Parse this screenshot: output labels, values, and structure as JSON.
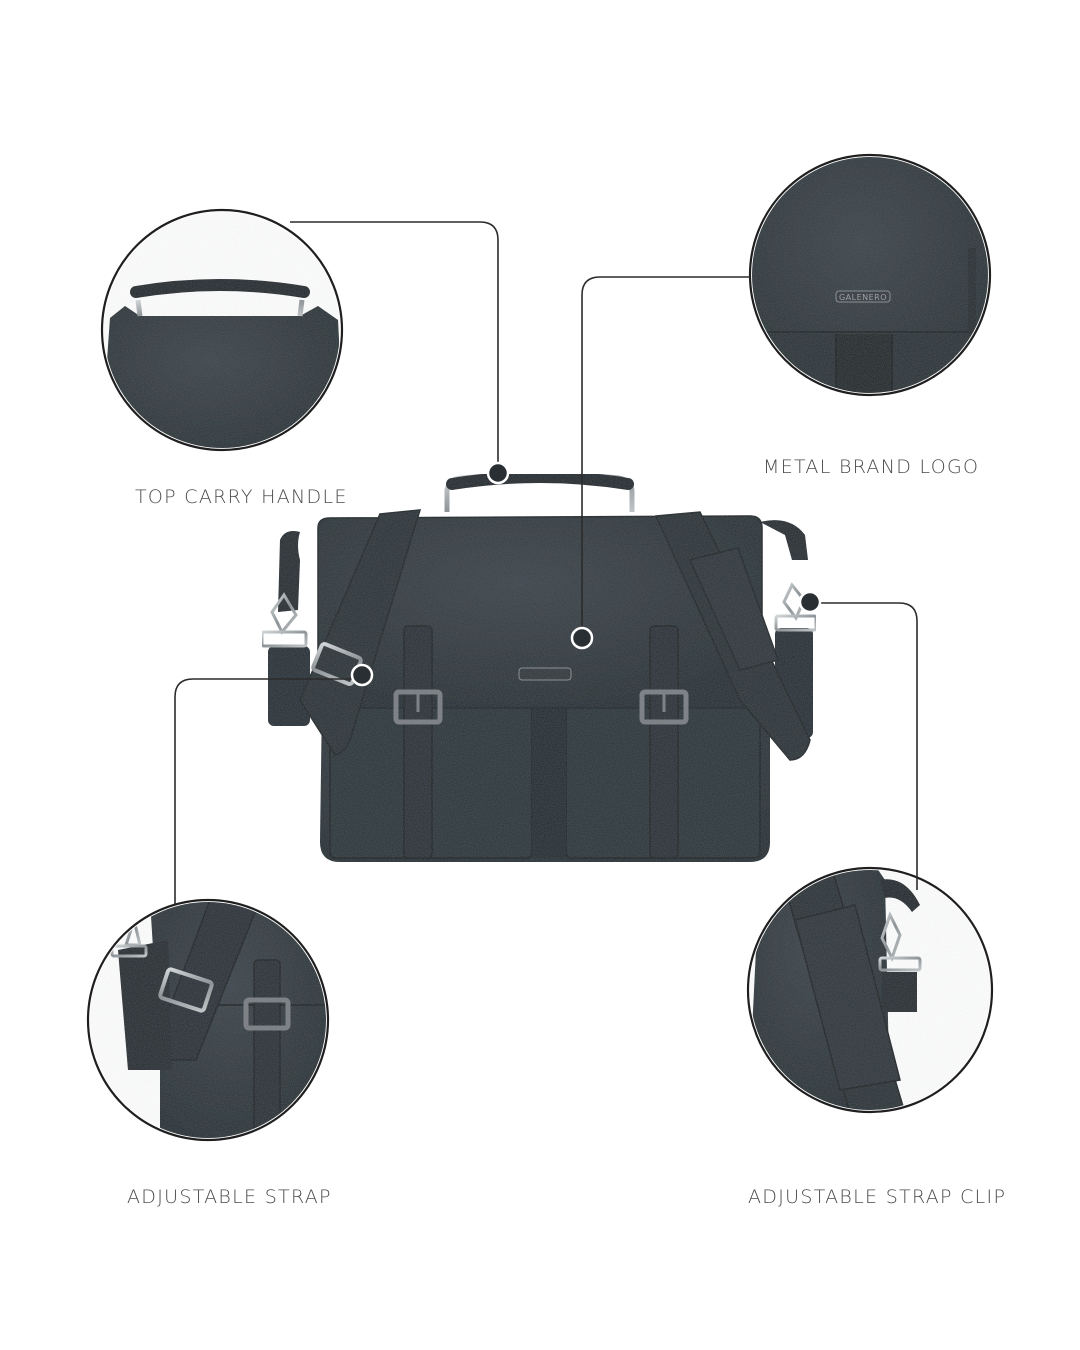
{
  "page": {
    "background": "#ffffff",
    "product": "Black leather messenger briefcase",
    "brand_logo_text": "GALENERO"
  },
  "colors": {
    "leather": "#2a3136",
    "leather_dark": "#1c2226",
    "leather_highlight": "#3d464c",
    "metal": "#9aa0a4",
    "line": "#2b2b2b",
    "label_text": "#4a4a4a"
  },
  "callouts": [
    {
      "id": "top-carry-handle",
      "label": "TOP CARRY HANDLE"
    },
    {
      "id": "metal-brand-logo",
      "label": "METAL BRAND LOGO"
    },
    {
      "id": "adjustable-strap",
      "label": "ADJUSTABLE STRAP"
    },
    {
      "id": "adjustable-strap-clip",
      "label": "ADJUSTABLE STRAP CLIP"
    }
  ]
}
